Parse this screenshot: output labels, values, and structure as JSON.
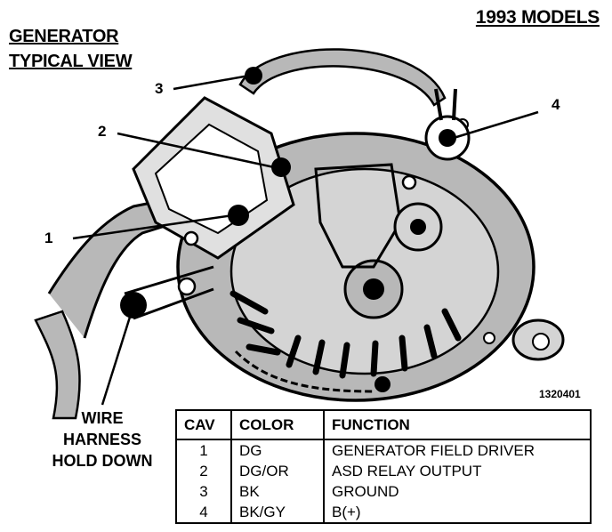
{
  "header": {
    "model_year": "1993 MODELS",
    "title_line1": "GENERATOR",
    "title_line2": "TYPICAL VIEW"
  },
  "callouts": [
    "1",
    "2",
    "3",
    "4"
  ],
  "harness_label": [
    "WIRE",
    "HARNESS",
    "HOLD DOWN"
  ],
  "part_number": "1320401",
  "table": {
    "headers": [
      "CAV",
      "COLOR",
      "FUNCTION"
    ],
    "rows": [
      [
        "1",
        "DG",
        "GENERATOR FIELD DRIVER"
      ],
      [
        "2",
        "DG/OR",
        "ASD RELAY OUTPUT"
      ],
      [
        "3",
        "BK",
        "GROUND"
      ],
      [
        "4",
        "BK/GY",
        "B(+)"
      ]
    ]
  },
  "colors": {
    "ink": "#000000",
    "paper": "#ffffff",
    "shade": "#b8b8b8"
  }
}
